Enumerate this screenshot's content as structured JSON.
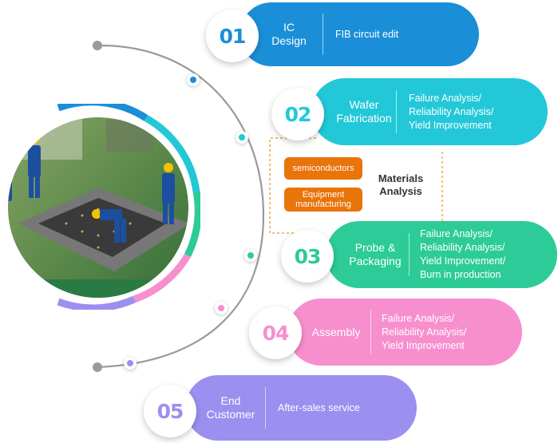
{
  "colors": {
    "stage1": "#1a8fd8",
    "stage2": "#22c8d8",
    "stage3": "#2ccb97",
    "stage4": "#f78fcf",
    "stage5": "#9b8ff0",
    "orange": "#e8740a",
    "arc": "#9a9a9a"
  },
  "stages": [
    {
      "number": "01",
      "title": "IC\nDesign",
      "desc": "FIB circuit edit"
    },
    {
      "number": "02",
      "title": "Wafer\nFabrication",
      "desc": "Failure Analysis/\nReliability Analysis/\nYield Improvement"
    },
    {
      "number": "03",
      "title": "Probe &\nPackaging",
      "desc": "Failure Analysis/\nReliability Analysis/\nYield Improvement/\nBurn in  production"
    },
    {
      "number": "04",
      "title": "Assembly",
      "desc": "Failure Analysis/\nReliability Analysis/\nYield Improvement"
    },
    {
      "number": "05",
      "title": "End\nCustomer",
      "desc": "After-sales service"
    }
  ],
  "materials": {
    "title": "Materials\nAnalysis",
    "items": [
      "semiconductors",
      "Equipment\nmanufacturing"
    ]
  },
  "image": {
    "subject": "photo-circuit-board-workers"
  }
}
